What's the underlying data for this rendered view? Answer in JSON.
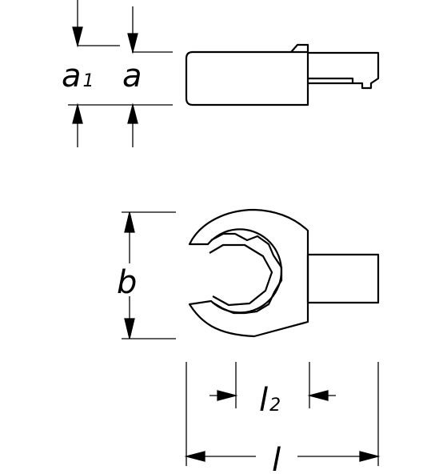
{
  "dimensions": {
    "a1": {
      "letter": "a",
      "subscript": "1"
    },
    "a": {
      "letter": "a"
    },
    "b": {
      "letter": "b"
    },
    "l2": {
      "letter": "l",
      "subscript": "2"
    },
    "l": {
      "letter": "l"
    }
  },
  "colors": {
    "line": "#000000",
    "background": "#ffffff"
  }
}
